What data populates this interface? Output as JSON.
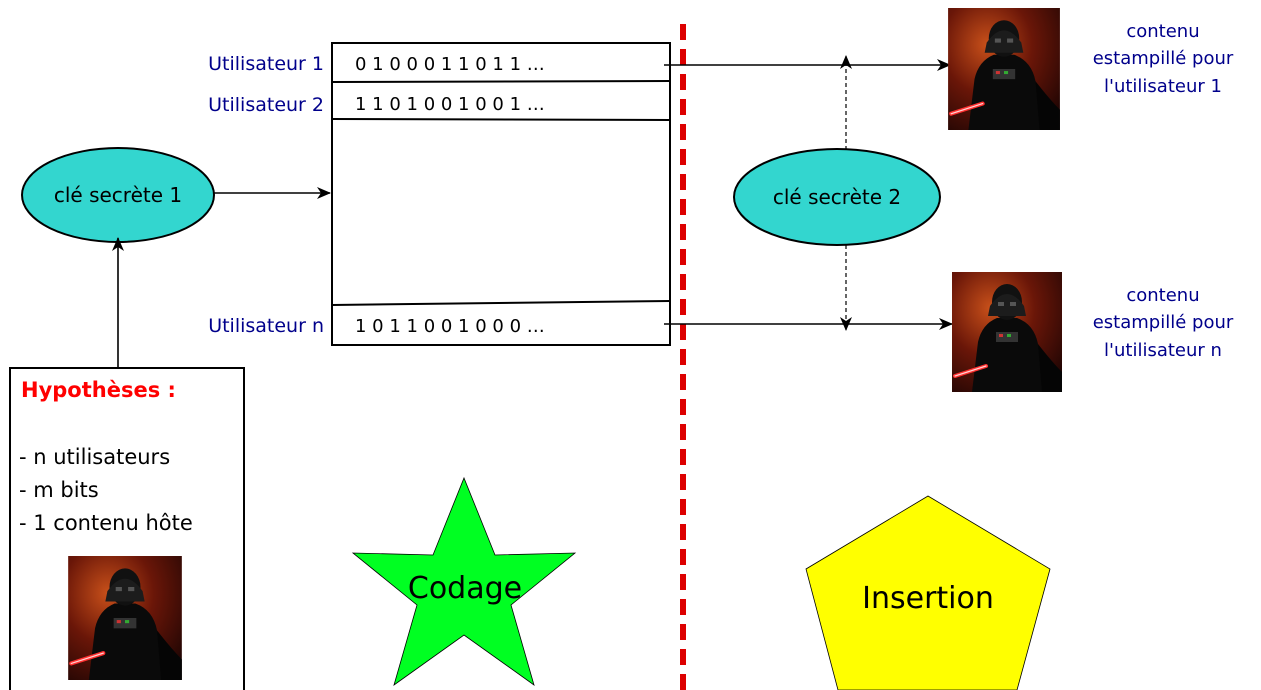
{
  "users": {
    "user1_label": "Utilisateur 1",
    "user1_bits": "0 1 0 0 0 1 1 0 1 1 …",
    "user2_label": "Utilisateur 2",
    "user2_bits": "1 1 0 1 0 0 1 0 0 1 …",
    "usern_label": "Utilisateur n",
    "usern_bits": "1 0 1 1 0 0 1 0 0 0 …"
  },
  "keys": {
    "key1": "clé secrète 1",
    "key2": "clé secrète 2"
  },
  "outputs": {
    "out1_line1": "contenu",
    "out1_line2": "estampillé pour",
    "out1_line3": "l'utilisateur 1",
    "outn_line1": "contenu",
    "outn_line2": "estampillé pour",
    "outn_line3": "l'utilisateur n"
  },
  "hypotheses": {
    "title": "Hypothèses :",
    "item1": "- n utilisateurs",
    "item2": "- m bits",
    "item3": "- 1 contenu hôte"
  },
  "stages": {
    "coding": "Codage",
    "insertion": "Insertion"
  },
  "colors": {
    "ellipse": "#33d6cf",
    "star": "#00ff22",
    "pentagon": "#ffff00",
    "divider": "#dd0000",
    "user_text": "#00008b"
  },
  "icons": {
    "host_content": "dark-figure-red-saber-image"
  }
}
